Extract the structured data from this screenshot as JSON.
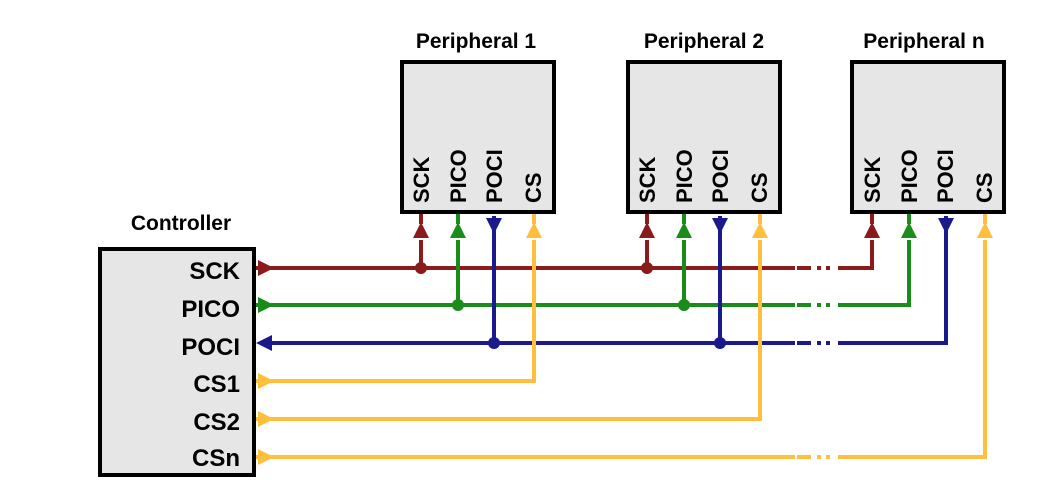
{
  "controller": {
    "title": "Controller",
    "pins": [
      "SCK",
      "PICO",
      "POCI",
      "CS1",
      "CS2",
      "CSn"
    ]
  },
  "peripherals": [
    {
      "title": "Peripheral 1",
      "pins": [
        "SCK",
        "PICO",
        "POCI",
        "CS"
      ]
    },
    {
      "title": "Peripheral 2",
      "pins": [
        "SCK",
        "PICO",
        "POCI",
        "CS"
      ]
    },
    {
      "title": "Peripheral n",
      "pins": [
        "SCK",
        "PICO",
        "POCI",
        "CS"
      ]
    }
  ],
  "colors": {
    "SCK": "#8b1a1a",
    "PICO": "#1a8c1a",
    "POCI": "#1a1a8c",
    "CS": "#ffbf3c",
    "box_fill": "#e6e6e6"
  }
}
